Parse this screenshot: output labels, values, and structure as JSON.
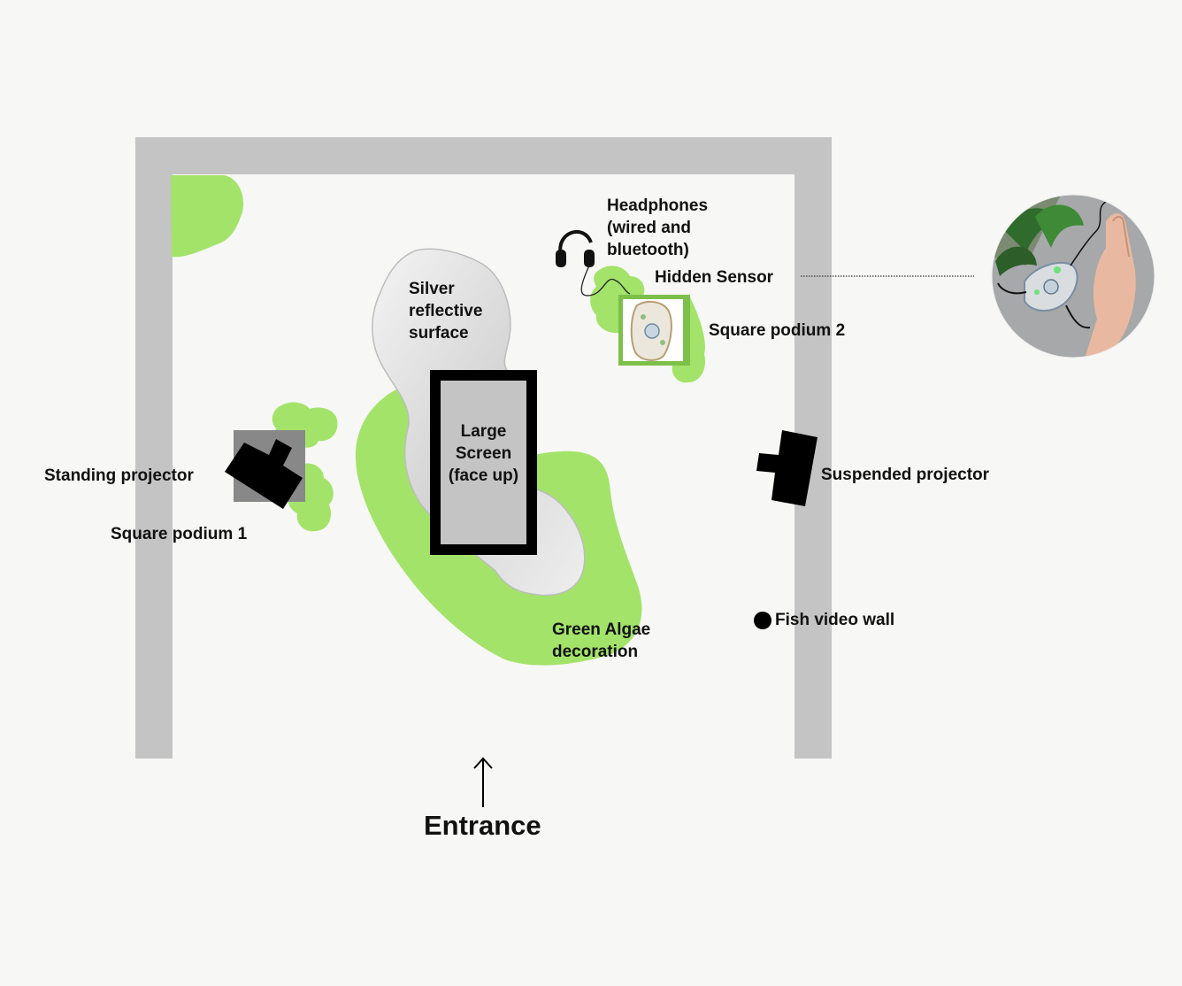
{
  "labels": {
    "headphones": "Headphones (wired and bluetooth)",
    "hidden_sensor": "Hidden Sensor",
    "square_podium_2": "Square podium 2",
    "silver_surface": "Silver reflective surface",
    "large_screen": "Large Screen (face up)",
    "standing_projector": "Standing projector",
    "square_podium_1": "Square podium 1",
    "suspended_projector": "Suspended projector",
    "fish_video_wall": "Fish video wall",
    "green_algae": "Green Algae decoration",
    "entrance": "Entrance"
  },
  "colors": {
    "background": "#f7f7f5",
    "walls": "#c4c4c4",
    "algae": "#a3e36a",
    "podium_1": "#888888",
    "podium_2": "#7cc04a",
    "projector": "#000000",
    "silver": "#d6d6d6",
    "screen_frame": "#000000",
    "screen_fill": "#c4c4c4"
  },
  "icons": {
    "headphones": "headphones-icon",
    "sensor_photo": "sensor-photo",
    "entrance_arrow": "arrow-up-icon",
    "fish_marker": "dot-marker"
  }
}
